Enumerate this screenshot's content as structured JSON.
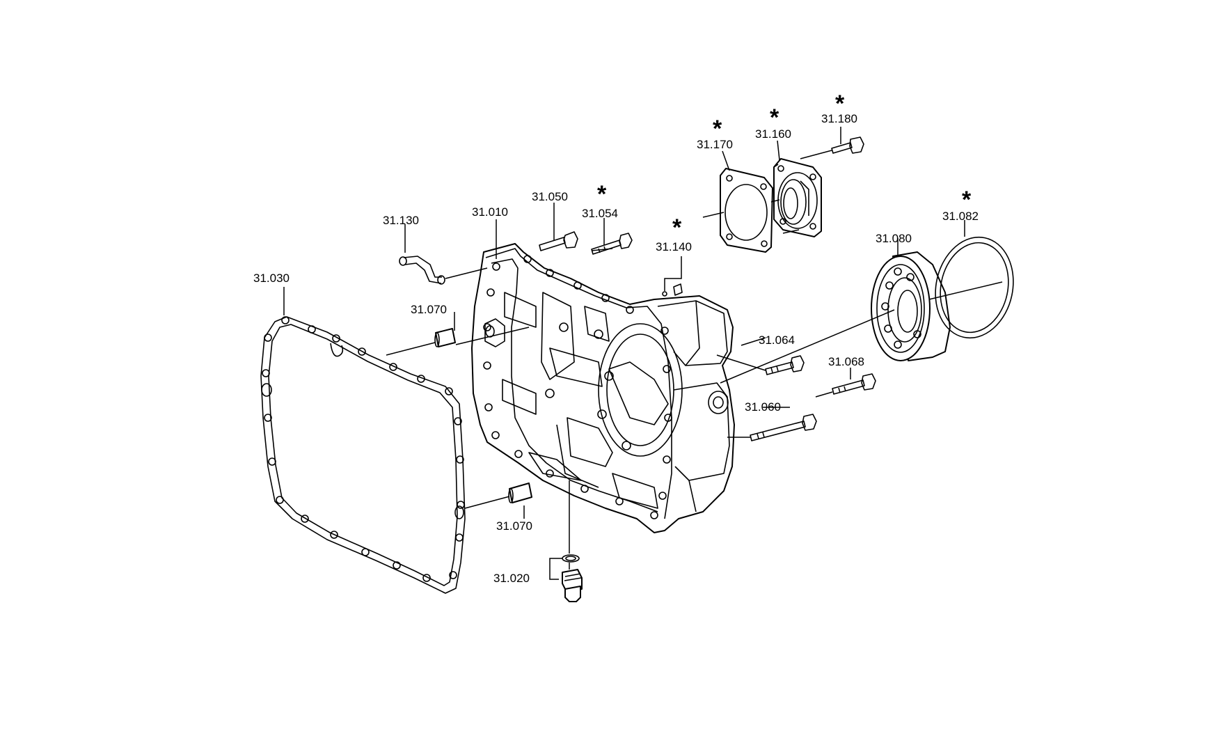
{
  "colors": {
    "line": "#000000",
    "background": "#ffffff"
  },
  "asterisk": "*",
  "labels": {
    "p31_010": "31.010",
    "p31_020": "31.020",
    "p31_030": "31.030",
    "p31_050": "31.050",
    "p31_054": "31.054",
    "p31_060": "31.060",
    "p31_064": "31.064",
    "p31_068": "31.068",
    "p31_070a": "31.070",
    "p31_070b": "31.070",
    "p31_080": "31.080",
    "p31_082": "31.082",
    "p31_130": "31.130",
    "p31_140": "31.140",
    "p31_160": "31.160",
    "p31_170": "31.170",
    "p31_180": "31.180"
  }
}
